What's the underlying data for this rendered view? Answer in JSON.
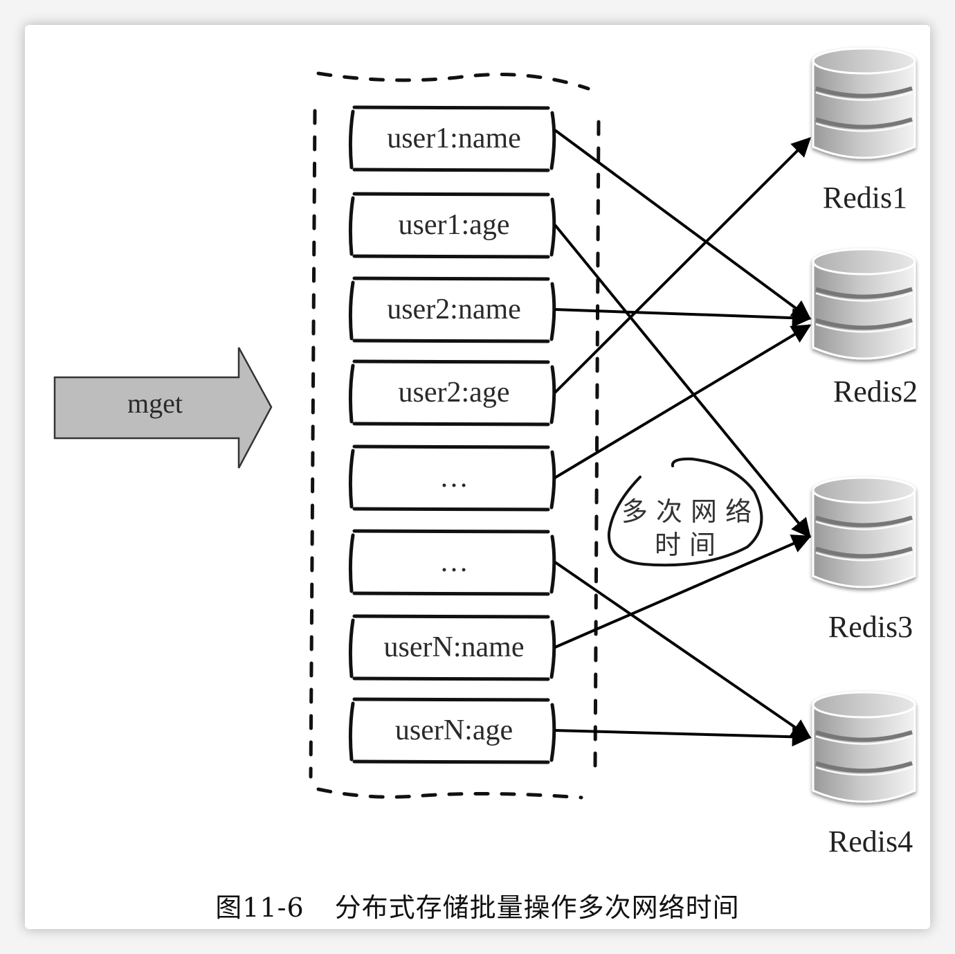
{
  "request": {
    "label": "mget"
  },
  "keys": [
    {
      "label": "user1:name",
      "target": 1
    },
    {
      "label": "user1:age",
      "target": 2
    },
    {
      "label": "user2:name",
      "target": 1
    },
    {
      "label": "user2:age",
      "target": 0
    },
    {
      "label": "…",
      "target": 1
    },
    {
      "label": "…",
      "target": 3
    },
    {
      "label": "userN:name",
      "target": 2
    },
    {
      "label": "userN:age",
      "target": 3
    }
  ],
  "nodes": [
    {
      "label": "Redis1"
    },
    {
      "label": "Redis2"
    },
    {
      "label": "Redis3"
    },
    {
      "label": "Redis4"
    }
  ],
  "annotation": {
    "line1": "多 次 网 络",
    "line2": "时 间"
  },
  "caption": {
    "number": "图11-6",
    "title": "分布式存储批量操作多次网络时间"
  }
}
